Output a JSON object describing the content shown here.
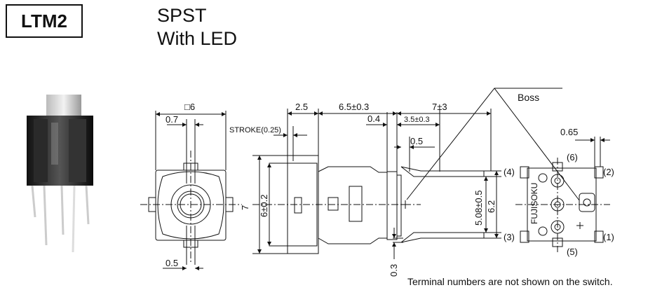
{
  "header": {
    "model": "LTM2",
    "title_line1": "SPST",
    "title_line2": "With LED"
  },
  "dimensions": {
    "body_square": "□6",
    "d_0_7": "0.7",
    "d_0_5_bottom": "0.5",
    "d_7": "7",
    "stroke": "STROKE(0.25)",
    "d_2_5": "2.5",
    "d_6_5": "6.5±0.3",
    "d_7_3": "7±3",
    "d_0_4": "0.4",
    "d_3_5": "3.5±0.3",
    "d_0_5_side": "0.5",
    "d_6_0_2": "6±0.2",
    "d_5_08": "5.08±0.5",
    "d_6_2": "6.2",
    "d_0_3": "0.3",
    "d_0_65": "0.65"
  },
  "callouts": {
    "boss": "Boss",
    "brand": "FUJISOKU",
    "terminals": [
      "(1)",
      "(2)",
      "(3)",
      "(4)",
      "(5)",
      "(6)"
    ]
  },
  "footer": {
    "note": "Terminal numbers are not shown on the switch."
  }
}
